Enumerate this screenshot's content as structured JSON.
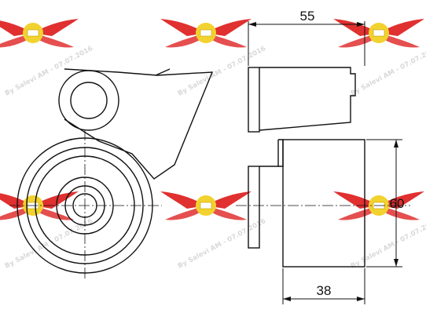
{
  "dimensions": {
    "top_width": "55",
    "height": "60",
    "bottom_width": "38"
  },
  "watermark": {
    "text": "By Salevi AM - 07.07.2016"
  },
  "colors": {
    "line": "#111111",
    "logo_wing": "#e03030",
    "logo_disc": "#f2d22e",
    "watermark": "#d8d8d8"
  }
}
